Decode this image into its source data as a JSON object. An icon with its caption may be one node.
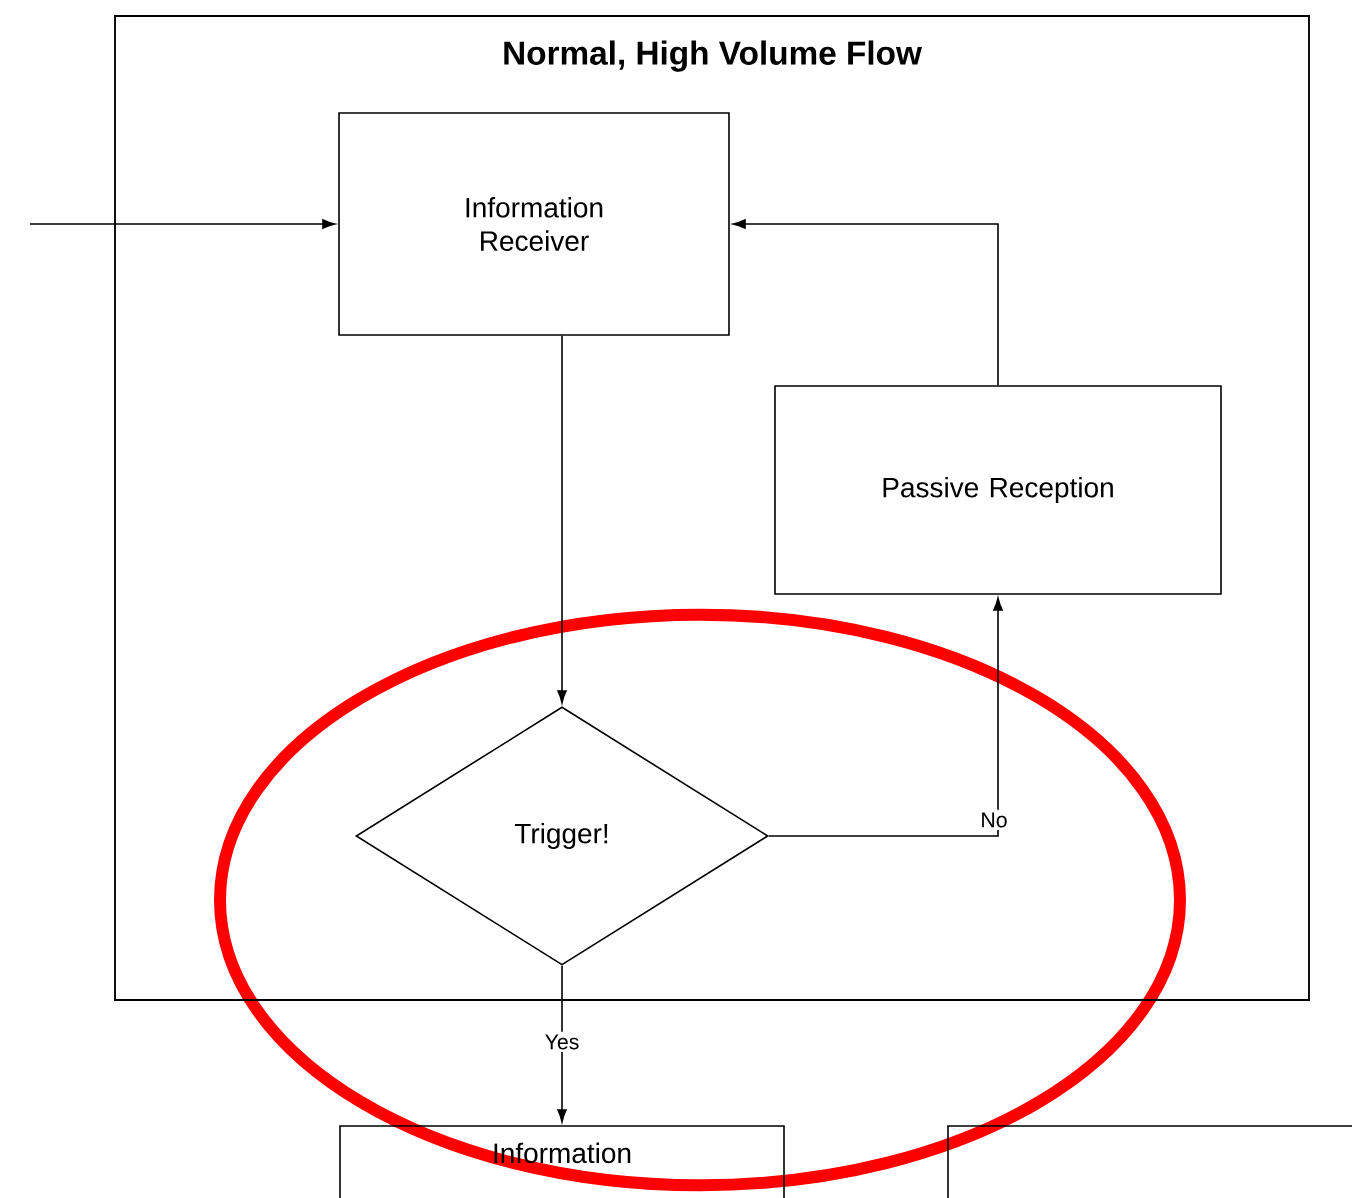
{
  "diagram": {
    "nodes": [
      {
        "text": [
          "Normal, High Volume Flow"
        ]
      },
      {
        "text": [
          "Information Receiver"
        ],
        "in": 0
      },
      {
        "text": [
          "Passive Reception"
        ],
        "in": 0
      },
      {
        "text": [
          "Trigger!"
        ],
        "in": 0
      },
      {
        "text": [
          "Information"
        ]
      },
      {
        "text": [],
        "shape": "box"
      }
    ],
    "edges": [
      {
        "from": null,
        "to": 1,
        "arrow": "to"
      },
      {
        "from": 1,
        "to": 3,
        "arrow": "to"
      },
      {
        "from": 3,
        "to": 2,
        "arrow": "to",
        "label": "No"
      },
      {
        "from": 2,
        "to": 1,
        "arrow": "to"
      },
      {
        "from": 3,
        "to": 4,
        "arrow": "to",
        "label": "Yes"
      }
    ]
  }
}
